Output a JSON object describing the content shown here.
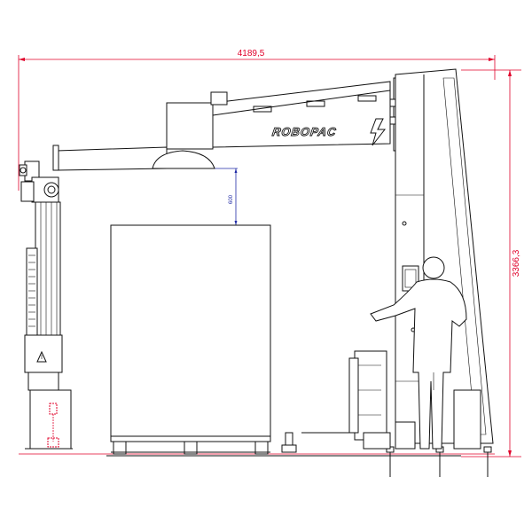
{
  "dimensions": {
    "width_label": "4189,5",
    "height_label": "3366,3",
    "clearance_label": "600"
  },
  "branding": {
    "logo_text": "ROBOPAC"
  },
  "colors": {
    "dimension": "#e0002a",
    "clearance": "#1f2aa6",
    "outline": "#111111"
  }
}
